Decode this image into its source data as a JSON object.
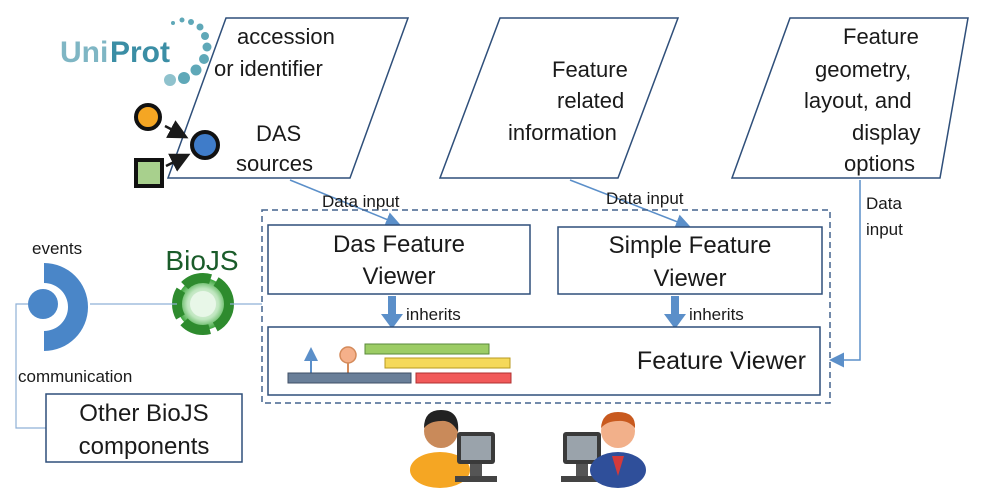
{
  "logo": {
    "text_uni": "Uni",
    "text_prot": "Prot"
  },
  "inputs": {
    "accession": [
      "accession",
      "or identifier"
    ],
    "das_sources": [
      "DAS",
      "sources"
    ],
    "feature_info": [
      "Feature",
      "related",
      "information"
    ],
    "geometry": [
      "Feature",
      "geometry,",
      "layout, and",
      "display",
      "options"
    ]
  },
  "arrows": {
    "data_input_1": "Data input",
    "data_input_2": "Data input",
    "data_input_3": [
      "Data",
      "input"
    ],
    "inherits_1": "inherits",
    "inherits_2": "inherits"
  },
  "boxes": {
    "das_feature_viewer": [
      "Das Feature",
      "Viewer"
    ],
    "simple_feature_viewer": [
      "Simple Feature",
      "Viewer"
    ],
    "feature_viewer": "Feature Viewer",
    "other_components": [
      "Other BioJS",
      "components"
    ]
  },
  "biojs": {
    "label": "BioJS",
    "events": "events",
    "communication": "communication"
  },
  "colors": {
    "uniprot_teal": "#5fa8b8",
    "arrow_blue": "#5b8fc9",
    "box_border": "#2f4f7a",
    "dashed": "#44648e",
    "biojs_green": "#3aa53a",
    "track_green": "#9ccc65",
    "track_yellow": "#f5d95a",
    "track_red": "#f15a5a",
    "track_slate": "#6a7f99",
    "circle_orange": "#f5a623",
    "circle_blue": "#3f7cc9",
    "square_green": "#a8d08d"
  }
}
